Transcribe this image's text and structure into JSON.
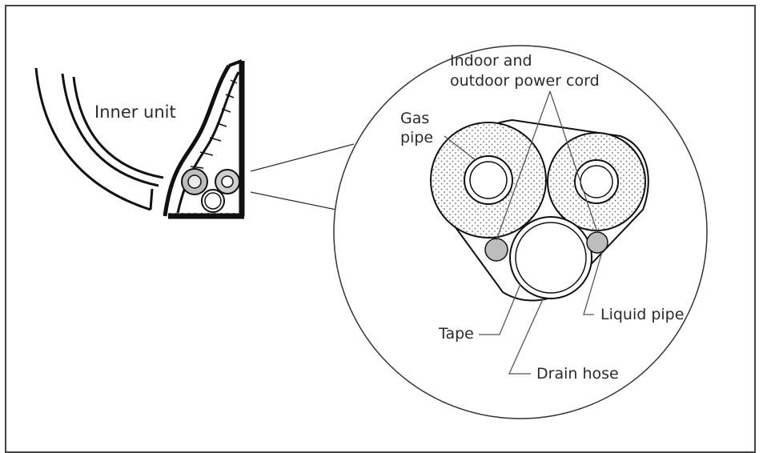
{
  "labels": {
    "inner_unit": "Inner unit",
    "power_cord_line1": "Indoor and",
    "power_cord_line2": "outdoor power cord",
    "gas_line1": "Gas",
    "gas_line2": "pipe",
    "tape": "Tape",
    "liquid_pipe": "Liquid pipe",
    "drain_hose": "Drain hose"
  }
}
